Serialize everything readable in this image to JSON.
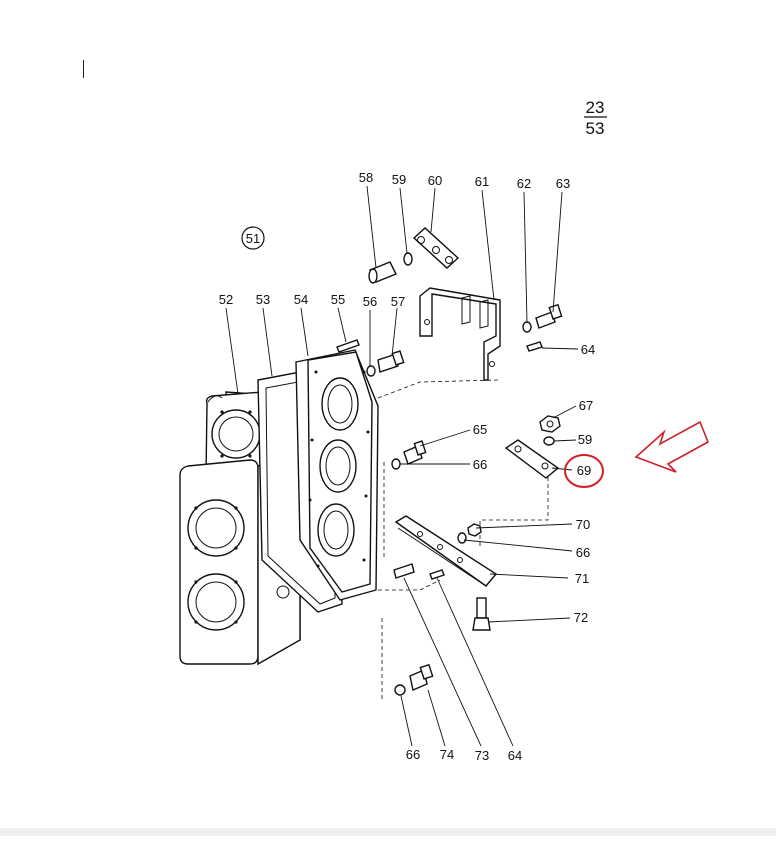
{
  "page_ref": {
    "numerator": "23",
    "denominator": "53"
  },
  "assembly_number": "51",
  "part_labels": {
    "p52": "52",
    "p53": "53",
    "p54": "54",
    "p55": "55",
    "p56": "56",
    "p57": "57",
    "p58": "58",
    "p59a": "59",
    "p60": "60",
    "p61": "61",
    "p62": "62",
    "p63": "63",
    "p64a": "64",
    "p65": "65",
    "p66a": "66",
    "p67": "67",
    "p59b": "59",
    "p69": "69",
    "p70": "70",
    "p66b": "66",
    "p71": "71",
    "p72": "72",
    "p66c": "66",
    "p74": "74",
    "p73": "73",
    "p64b": "64"
  },
  "highlight": {
    "circle_color": "#d0202a",
    "arrow_color": "#d0202a",
    "target_part": "69"
  },
  "icons": {
    "arrow": "left-arrow-icon"
  }
}
